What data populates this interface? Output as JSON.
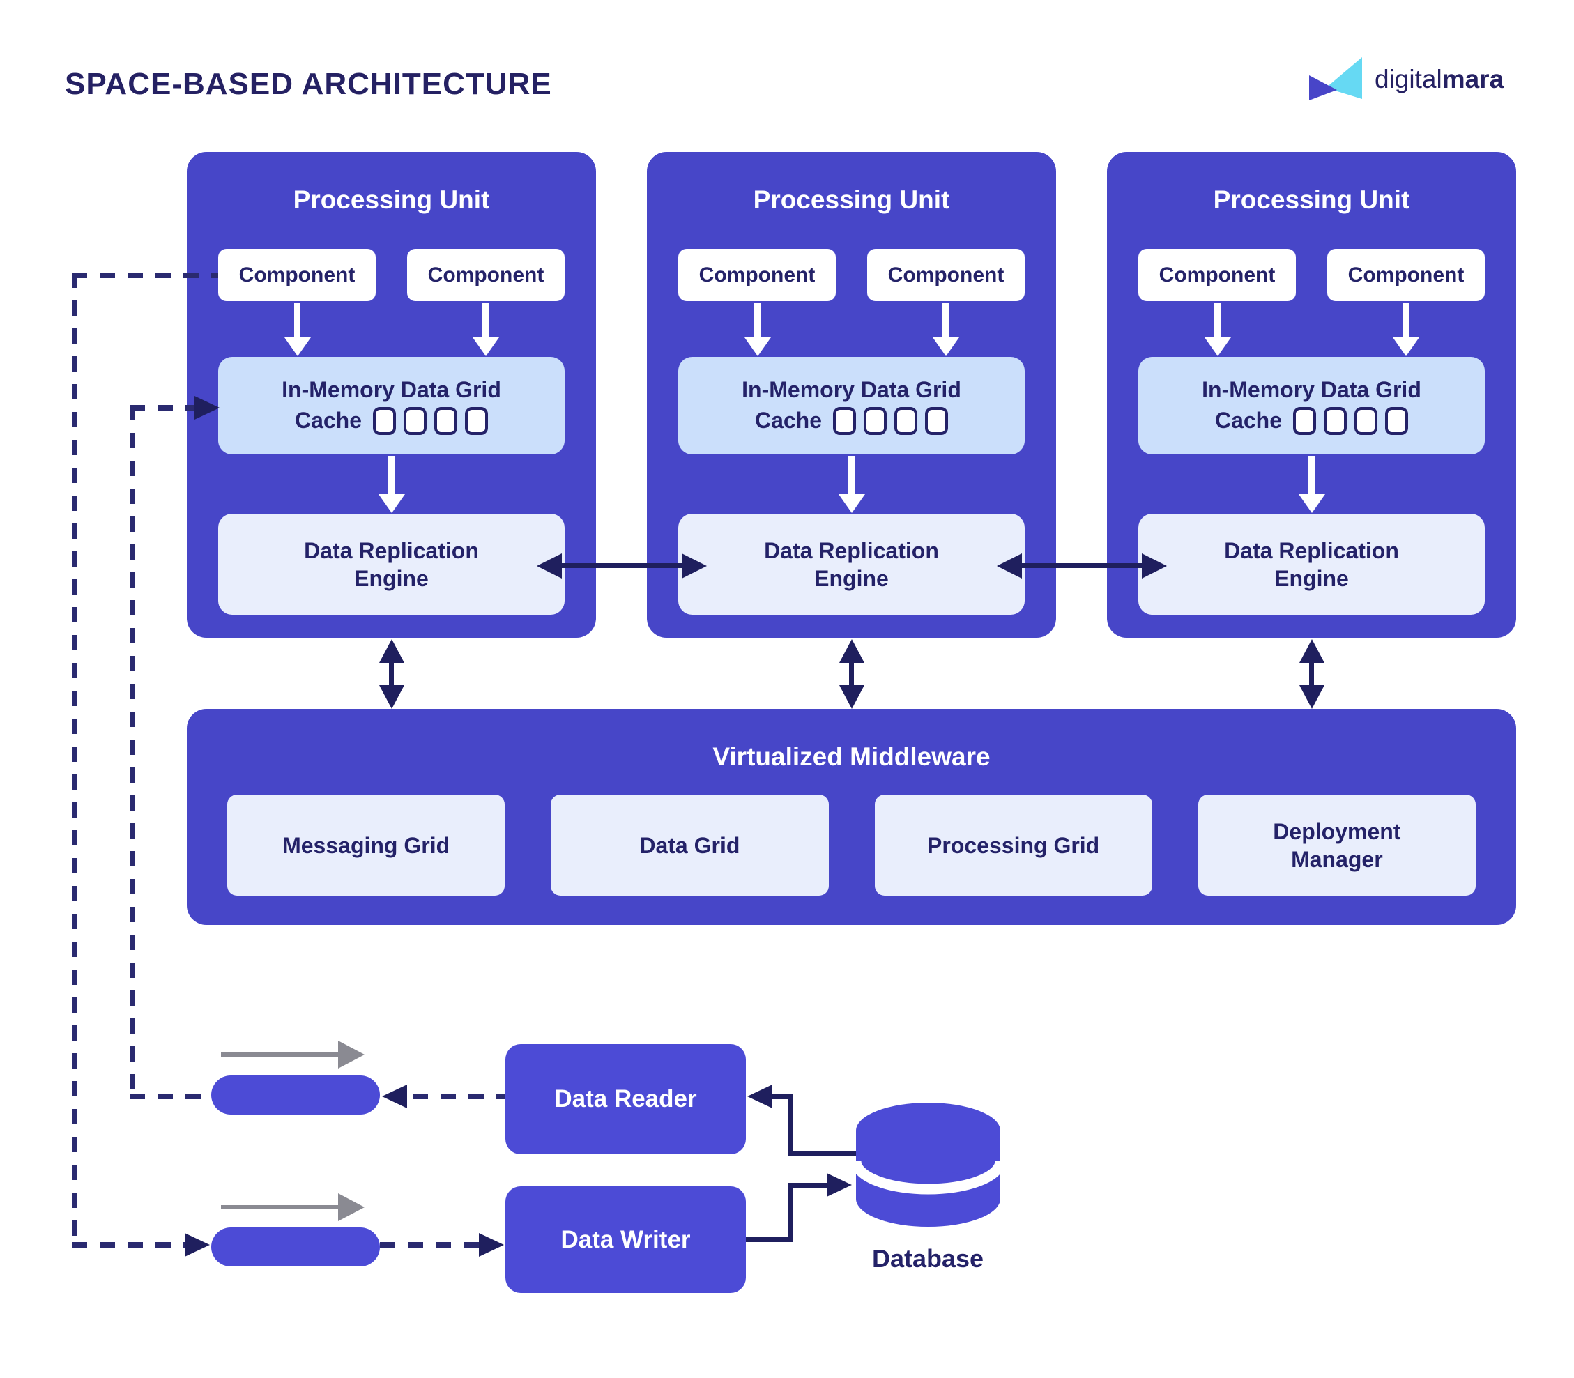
{
  "title": "SPACE-BASED ARCHITECTURE",
  "logo": {
    "regular": "digital",
    "bold": "mara"
  },
  "units": [
    {
      "title": "Processing Unit",
      "components": [
        "Component",
        "Component"
      ],
      "data_grid": "In-Memory Data Grid",
      "cache_label": "Cache",
      "cache_slots": 4,
      "replication": "Data Replication Engine"
    },
    {
      "title": "Processing Unit",
      "components": [
        "Component",
        "Component"
      ],
      "data_grid": "In-Memory Data Grid",
      "cache_label": "Cache",
      "cache_slots": 4,
      "replication": "Data Replication Engine"
    },
    {
      "title": "Processing Unit",
      "components": [
        "Component",
        "Component"
      ],
      "data_grid": "In-Memory Data Grid",
      "cache_label": "Cache",
      "cache_slots": 4,
      "replication": "Data Replication Engine"
    }
  ],
  "middleware": {
    "title": "Virtualized Middleware",
    "boxes": [
      "Messaging Grid",
      "Data Grid",
      "Processing Grid",
      "Deployment Manager"
    ]
  },
  "flow": {
    "reader": "Data Reader",
    "writer": "Data Writer",
    "database": "Database"
  },
  "colors": {
    "unit_blue": "#4746C8",
    "accent_blue": "#4C4BD6",
    "cache_blue": "#CBDFFB",
    "pale": "#E9EEFC",
    "navy_text": "#242268",
    "connector": "#1F1F5E",
    "dash": "#2A2A70",
    "gray_arrow": "#8A8A92",
    "logo_cyan": "#66D9F3",
    "logo_indigo": "#4845C8",
    "title_navy": "#252163"
  }
}
